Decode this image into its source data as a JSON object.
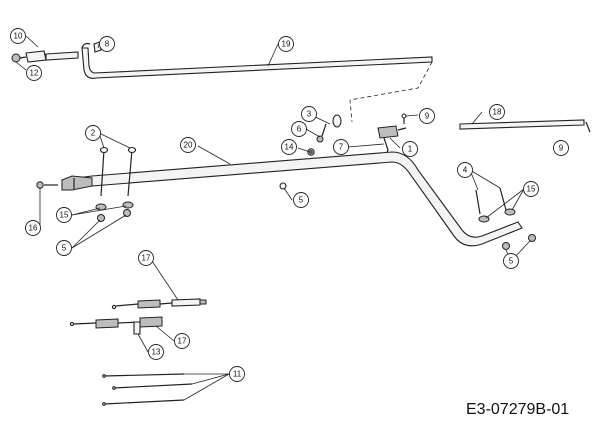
{
  "drawing_id": "E3-07279B-01",
  "callouts": [
    "10",
    "8",
    "19",
    "12",
    "18",
    "3",
    "9",
    "6",
    "2",
    "20",
    "14",
    "7",
    "1",
    "9",
    "5",
    "4",
    "15",
    "16",
    "15",
    "5",
    "5",
    "17",
    "17",
    "13",
    "11"
  ]
}
